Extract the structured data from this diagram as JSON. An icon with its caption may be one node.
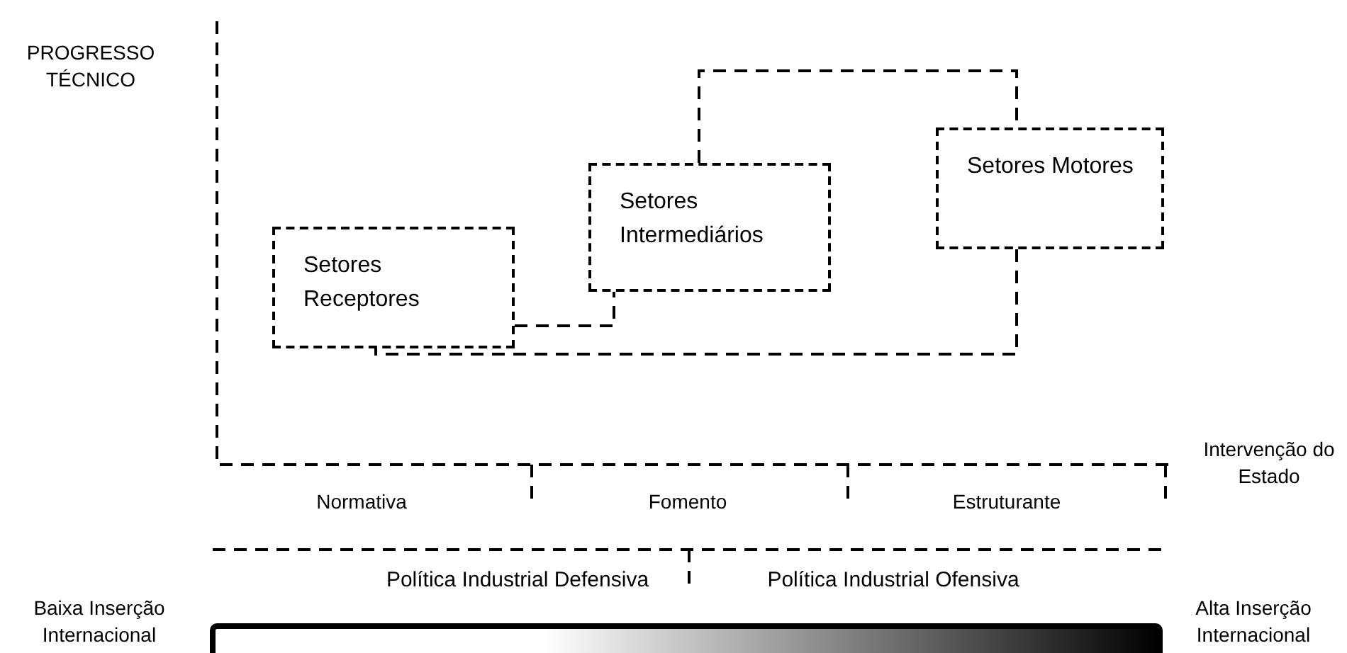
{
  "diagram": {
    "nodes": [
      {
        "text": [
          "Setores Receptores"
        ]
      },
      {
        "text": [
          "Setores Intermediários"
        ]
      },
      {
        "text": [
          "Setores Motores"
        ]
      }
    ],
    "edges": [
      {
        "from": 0,
        "to": 1,
        "arrow": "none",
        "style": "dashed"
      },
      {
        "from": 1,
        "to": 2,
        "arrow": "none",
        "style": "dashed"
      },
      {
        "from": 2,
        "to": 0,
        "arrow": "none",
        "style": "dashed"
      }
    ],
    "labels": [
      "PROGRESSO TÉCNICO",
      "Intervenção do Estado",
      "Normativa",
      "Fomento",
      "Estruturante",
      "Política Industrial Defensiva",
      "Política Industrial Ofensiva",
      "Baixa Inserção Internacional",
      "Alta Inserção Internacional"
    ]
  }
}
